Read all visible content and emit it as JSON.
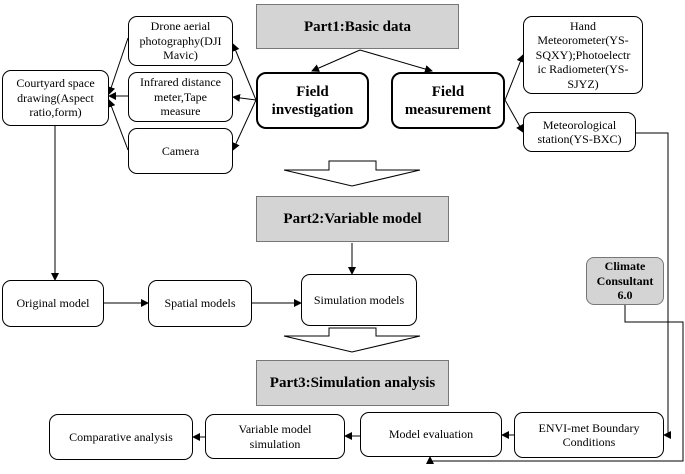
{
  "part1": {
    "title": "Part1:Basic data",
    "field_investigation": "Field\ninvestigation",
    "field_measurement": "Field\nmeasurement",
    "drone": "Drone aerial\nphotography(DJI\nMavic)",
    "infrared": "Infrared distance\nmeter,Tape\nmeasure",
    "camera": "Camera",
    "courtyard": "Courtyard space\ndrawing(Aspect\nratio,form)",
    "hand_meteorometer": "Hand\nMeteorometer(YS-\nSQXY);Photoelectr\nic Radiometer(YS-\nSJYZ)",
    "meteorological_station": "Meteorological\nstation(YS-BXC)"
  },
  "part2": {
    "title": "Part2:Variable model",
    "original_model": "Original model",
    "spatial_models": "Spatial models",
    "simulation_models": "Simulation models",
    "climate_consultant": "Climate\nConsultant\n6.0"
  },
  "part3": {
    "title": "Part3:Simulation analysis",
    "envi_met": "ENVI-met Boundary\nConditions",
    "model_evaluation": "Model evaluation",
    "variable_model_simulation": "Variable model\nsimulation",
    "comparative_analysis": "Comparative analysis"
  },
  "colors": {
    "part_fill": "#d4d4d4",
    "stroke": "#000000"
  }
}
